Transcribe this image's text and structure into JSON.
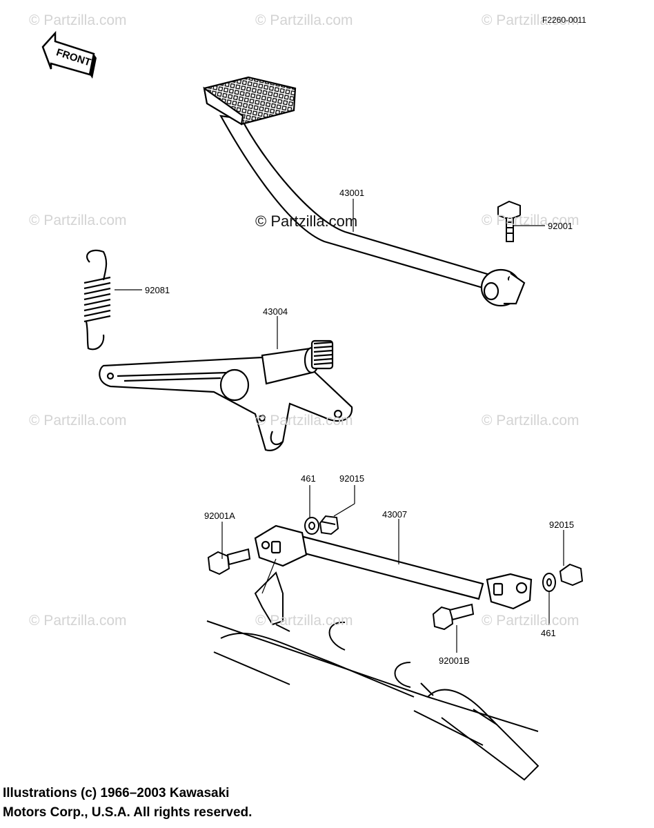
{
  "diagram": {
    "reference": "F2260-0011",
    "front_label": "FRONT",
    "watermark": "© Partzilla.com",
    "center_watermark": "© Partzilla.com",
    "parts": {
      "p43001": "43001",
      "p92001": "92001",
      "p92081": "92081",
      "p43004": "43004",
      "p461_left": "461",
      "p92015_left": "92015",
      "p43007": "43007",
      "p92001A": "92001A",
      "p92015_right": "92015",
      "p461_right": "461",
      "p92001B": "92001B"
    },
    "copyright": {
      "line1": "Illustrations (c) 1966–2003 Kawasaki",
      "line2": "Motors Corp., U.S.A.  All rights reserved."
    }
  }
}
